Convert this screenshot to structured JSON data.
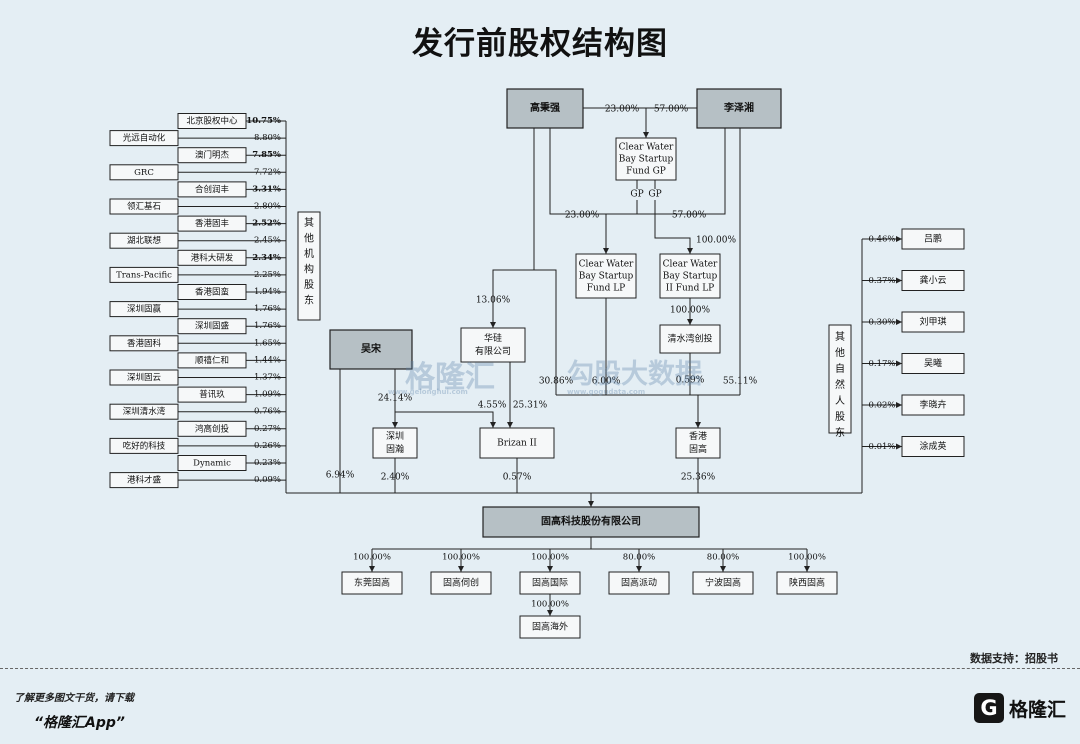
{
  "title": "发行前股权结构图",
  "source": "数据支持：招股书",
  "promo": {
    "line1": "了解更多图文干货，请下载",
    "line2": "“格隆汇App”"
  },
  "logo": {
    "glyph": "G",
    "text": "格隆汇"
  },
  "watermarks": [
    {
      "text": "格隆汇",
      "sub": "www.gelonghui.com"
    },
    {
      "text": "勾股大数据",
      "sub": "www.gogudata.com"
    }
  ],
  "boxes": {
    "gao_bingqiang": "高秉强",
    "li_zexiang": "李泽湘",
    "cw_gp": [
      "Clear Water",
      "Bay Startup",
      "Fund GP"
    ],
    "cw_lp": [
      "Clear Water",
      "Bay Startup",
      "Fund LP"
    ],
    "cw_ii_lp": [
      "Clear Water",
      "Bay Startup",
      "II Fund LP"
    ],
    "qingshuiwan": "清水湾创投",
    "huagui": [
      "华硅",
      "有限公司"
    ],
    "wu_song": "吴宋",
    "shenzhen_gumei": [
      "深圳",
      "固瀚"
    ],
    "brizan": "Brizan II",
    "hk_gugao": [
      "香港",
      "固高"
    ],
    "company": "固高科技股份有限公司",
    "other_inst": "其他机构股东",
    "other_natural": "其他自然人股东"
  },
  "gp_labels": [
    "GP",
    "GP"
  ],
  "top_pcts": {
    "gao_to_gp": "23.00%",
    "li_to_gp": "57.00%",
    "gao_to_lp": "23.00%",
    "li_to_lp": "57.00%",
    "gp_to_ii": "100.00%",
    "ii_to_qsw": "100.00%",
    "huagui_from_gao": "13.06%",
    "gao_direct": "30.86%",
    "lp_direct": "6.00%",
    "qsw_direct": "0.59%",
    "li_direct": "55.11%",
    "wu_to_gumei": "24.14%",
    "wu_to_brizan": "4.55%",
    "huagui_to_brizan": "25.31%",
    "wu_direct": "6.94%",
    "gumei_direct": "2.40%",
    "brizan_direct": "0.57%",
    "hk_direct": "25.36%"
  },
  "institutions": [
    {
      "name": "北京股权中心",
      "pct": "10.75%"
    },
    {
      "name": "光远自动化",
      "pct": "8.80%"
    },
    {
      "name": "澳门明杰",
      "pct": "7.85%"
    },
    {
      "name": "GRC",
      "pct": "7.72%"
    },
    {
      "name": "合创润丰",
      "pct": "3.31%"
    },
    {
      "name": "领汇基石",
      "pct": "2.80%"
    },
    {
      "name": "香港固丰",
      "pct": "2.52%"
    },
    {
      "name": "湖北联想",
      "pct": "2.45%"
    },
    {
      "name": "港科大研发",
      "pct": "2.34%"
    },
    {
      "name": "Trans-Pacific",
      "pct": "2.25%"
    },
    {
      "name": "香港固蛮",
      "pct": "1.94%"
    },
    {
      "name": "深圳固赢",
      "pct": "1.76%"
    },
    {
      "name": "深圳固盛",
      "pct": "1.76%"
    },
    {
      "name": "香港固科",
      "pct": "1.65%"
    },
    {
      "name": "顺禧仁和",
      "pct": "1.44%"
    },
    {
      "name": "深圳固云",
      "pct": "1.37%"
    },
    {
      "name": "普讯玖",
      "pct": "1.09%"
    },
    {
      "name": "深圳清水湾",
      "pct": "0.76%"
    },
    {
      "name": "鸿高创投",
      "pct": "0.27%"
    },
    {
      "name": "吃好的科技",
      "pct": "0.26%"
    },
    {
      "name": "Dynamic",
      "pct": "0.23%"
    },
    {
      "name": "港科才盛",
      "pct": "0.09%"
    }
  ],
  "individuals": [
    {
      "name": "吕鹏",
      "pct": "0.46%"
    },
    {
      "name": "龚小云",
      "pct": "0.37%"
    },
    {
      "name": "刘甲琪",
      "pct": "0.30%"
    },
    {
      "name": "吴曦",
      "pct": "0.17%"
    },
    {
      "name": "李晓卉",
      "pct": "0.02%"
    },
    {
      "name": "涂成英",
      "pct": "0.01%"
    }
  ],
  "subsidiaries": [
    {
      "name": "东莞固高",
      "pct": "100.00%"
    },
    {
      "name": "固高伺创",
      "pct": "100.00%"
    },
    {
      "name": "固高国际",
      "pct": "100.00%"
    },
    {
      "name": "固高派动",
      "pct": "80.00%"
    },
    {
      "name": "宁波固高",
      "pct": "80.00%"
    },
    {
      "name": "陕西固高",
      "pct": "100.00%"
    }
  ],
  "sub_sub": {
    "name": "固高海外",
    "pct": "100.00%"
  }
}
